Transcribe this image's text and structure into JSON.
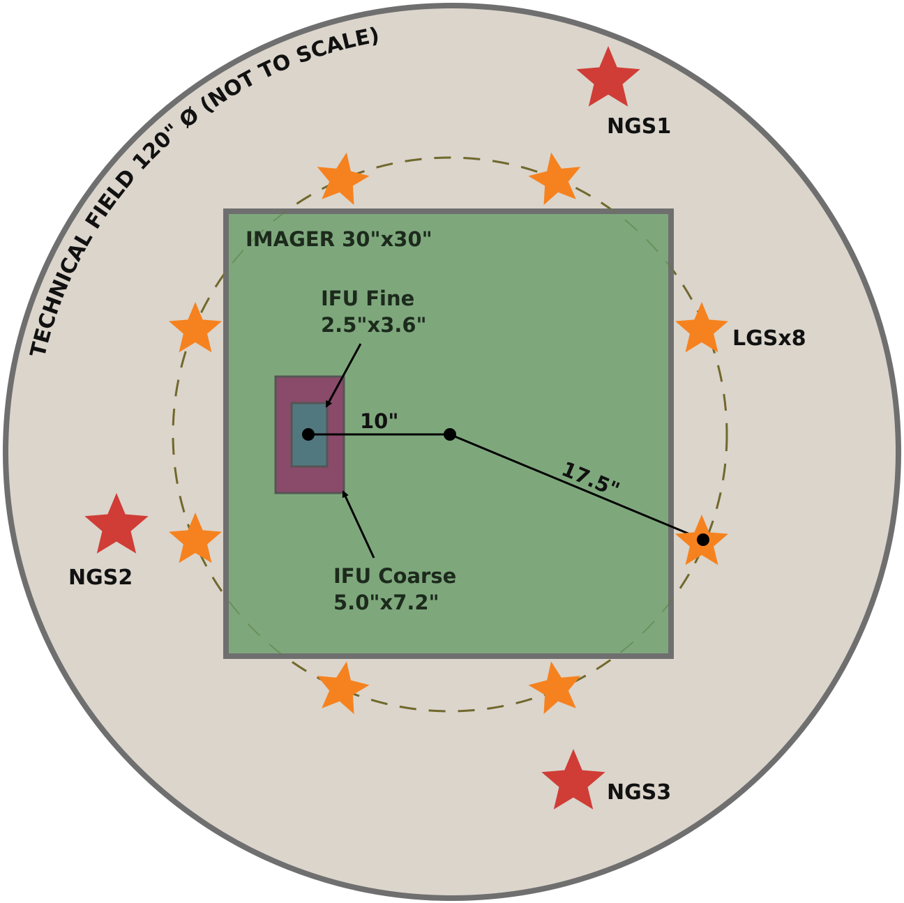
{
  "field": {
    "label": "TECHNICAL FIELD 120\" Ø (NOT TO SCALE)",
    "fill": "#dbd5cc",
    "stroke": "#6f6f6f"
  },
  "imager": {
    "label": "IMAGER 30\"x30\"",
    "fill": "#7ea87c",
    "stroke": "#6f6f6f"
  },
  "ifu_fine": {
    "label_line1": "IFU Fine",
    "label_line2": "2.5\"x3.6\"",
    "fill": "#51787e"
  },
  "ifu_coarse": {
    "label_line1": "IFU Coarse",
    "label_line2": "5.0\"x7.2\"",
    "fill": "#8a4a6a"
  },
  "distances": {
    "offset_label": "10\"",
    "radius_label": "17.5\""
  },
  "lgs": {
    "label": "LGSx8",
    "color": "#f5821f",
    "ring_color": "#7a5c20"
  },
  "ngs": {
    "color": "#cf3d36",
    "labels": [
      "NGS1",
      "NGS2",
      "NGS3"
    ]
  }
}
